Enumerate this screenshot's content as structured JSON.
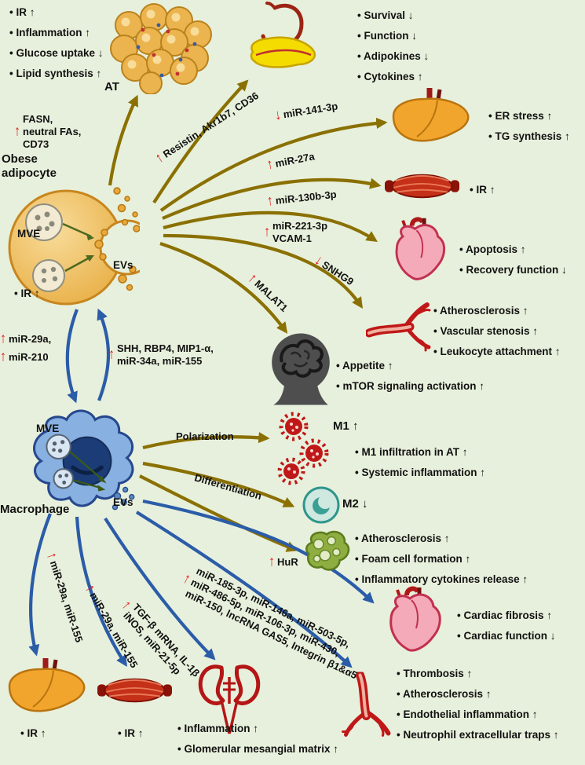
{
  "colors": {
    "background": "#e7f0dc",
    "olive_arrow": "#8a7000",
    "blue_arrow": "#2b5ca8",
    "red_arrow": "#e41818"
  },
  "effects": {
    "at": [
      "IR ↑",
      "Inflammation ↑",
      "Glucose uptake ↓",
      "Lipid synthesis ↑"
    ],
    "pancreas": [
      "Survival ↓",
      "Function ↓",
      "Adipokines ↓",
      "Cytokines ↑"
    ],
    "liver_top": [
      "ER stress ↑",
      "TG synthesis ↑"
    ],
    "muscle_top": "IR ↑",
    "heart_top": [
      "Apoptosis ↑",
      "Recovery function ↓"
    ],
    "vessel_top": [
      "Atherosclerosis ↑",
      "Vascular stenosis ↑",
      "Leukocyte attachment ↑"
    ],
    "brain": [
      "Appetite ↑",
      "mTOR signaling activation ↑"
    ],
    "m1": [
      "M1 infiltration in AT ↑",
      "Systemic inflammation ↑"
    ],
    "foam": [
      "Atherosclerosis ↑",
      "Foam cell formation ↑",
      "Inflammatory cytokines release ↑"
    ],
    "heart_bottom": [
      "Cardiac fibrosis ↑",
      "Cardiac function ↓"
    ],
    "vessel_bottom": [
      "Thrombosis ↑",
      "Atherosclerosis ↑",
      "Endothelial inflammation ↑",
      "Neutrophil extracellular traps ↑"
    ],
    "kidney": [
      "Inflammation ↑",
      "Glomerular mesangial matrix ↑"
    ],
    "liver_bottom": "IR ↑",
    "muscle_bottom": "IR ↑"
  },
  "cells": {
    "at_label": "AT",
    "adipocyte_label": "Obese\nadipocyte",
    "macrophage_label": "Macrophage",
    "mve": "MVE",
    "evs": "EVs",
    "adipocyte_ir": "IR ↑",
    "m1_label": "M1 ↑",
    "m2_label": "M2 ↓"
  },
  "flows": {
    "fasn": {
      "arrow": "↑",
      "text": "FASN,\nneutral FAs,\nCD73"
    },
    "resistin": {
      "arrow": "↑",
      "text": "Resistin, Akr1b7, CD36"
    },
    "mir141": {
      "arrow": "↓",
      "text": "miR-141-3p"
    },
    "mir27a": {
      "arrow": "↑",
      "text": "miR-27a"
    },
    "mir130b": {
      "arrow": "↑",
      "text": "miR-130b-3p"
    },
    "mir221": {
      "arrow": "↑",
      "text": "miR-221-3p\nVCAM-1"
    },
    "snhg9": {
      "arrow": "↓",
      "text": "SNHG9"
    },
    "malat1": {
      "arrow": "↑",
      "text": "MALAT1"
    },
    "exchange_left_1": {
      "arrow": "↑",
      "text": "miR-29a,"
    },
    "exchange_left_2": {
      "arrow": "↑",
      "text": "miR-210"
    },
    "exchange_right": {
      "arrow": "↑",
      "text": "SHH, RBP4, MIP1-α,\nmiR-34a, miR-155"
    },
    "polarization": "Polarization",
    "differentiation": "Differentiation",
    "hur": {
      "arrow": "↑",
      "text": "HuR"
    },
    "mac_liver": {
      "arrow": "↑",
      "text": "miR-29a, miR-155"
    },
    "mac_muscle": {
      "arrow": "↑",
      "text": "miR-29a, miR-155"
    },
    "mac_kidney": {
      "arrow": "↑",
      "text": "TGF-β mRNA, IL-1β\niNOS, miR-21-5p"
    },
    "mac_heart": {
      "arrow": "↑",
      "text": "miR-185-3p, miR-146a, miR-503-5p,\nmiR-486-5p, miR-106-3p, miR-430,\nmiR-150, lncRNA GAS5, Integrin β1&α5"
    }
  }
}
